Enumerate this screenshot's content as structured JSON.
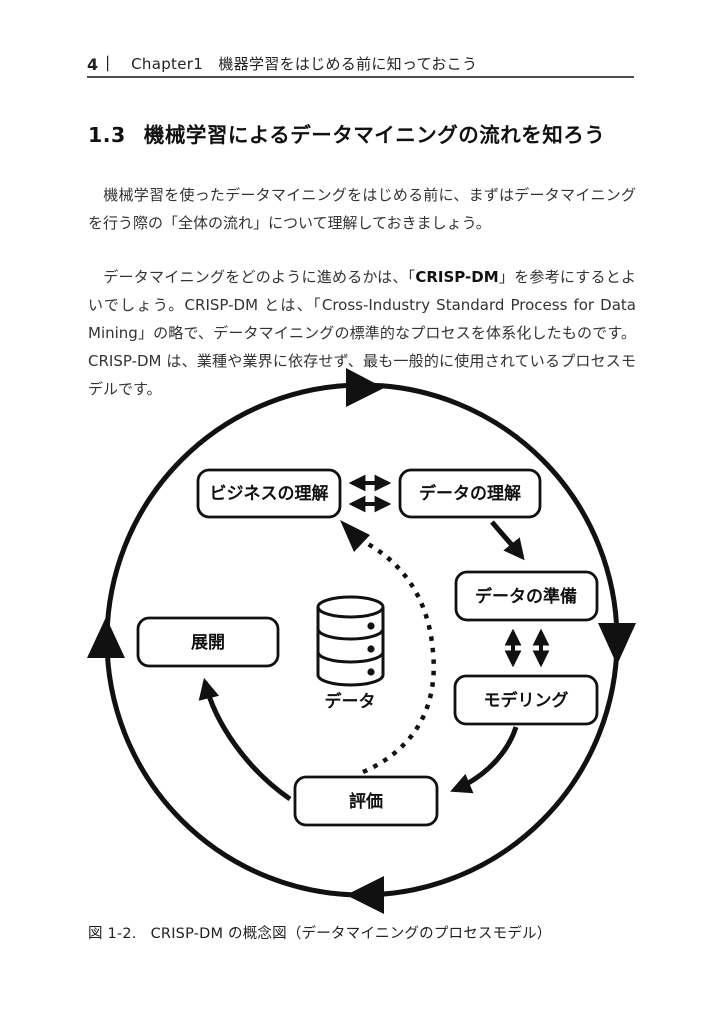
{
  "header": {
    "page_number": "4",
    "divider": "｜",
    "chapter_title": "Chapter1　機器学習をはじめる前に知っておこう"
  },
  "section": {
    "number": "1.3",
    "title": "機械学習によるデータマイニングの流れを知ろう"
  },
  "body": {
    "paragraph1": "　機械学習を使ったデータマイニングをはじめる前に、まずはデータマイニングを行う際の「全体の流れ」について理解しておきましょう。",
    "paragraph2_pre": "　データマイニングをどのように進めるかは、「",
    "paragraph2_keyword": "CRISP-DM",
    "paragraph2_post": "」を参考にするとよいでしょう。CRISP-DM とは、「Cross-Industry Standard Process for Data Mining」の略で、データマイニングの標準的なプロセスを体系化したものです。CRISP-DM は、業種や業界に依存せず、最も一般的に使用されているプロセスモデルです。"
  },
  "diagram": {
    "title": "CRISP-DM process cycle",
    "nodes": {
      "business_understanding": "ビジネスの理解",
      "data_understanding": "データの理解",
      "data_preparation": "データの準備",
      "modeling": "モデリング",
      "evaluation": "評価",
      "deployment": "展開",
      "data_store": "データ"
    },
    "colors": {
      "stroke": "#111111",
      "fill": "#ffffff"
    }
  },
  "figure": {
    "caption_number": "図 1-2.",
    "caption_text": "CRISP-DM の概念図（データマイニングのプロセスモデル）"
  }
}
